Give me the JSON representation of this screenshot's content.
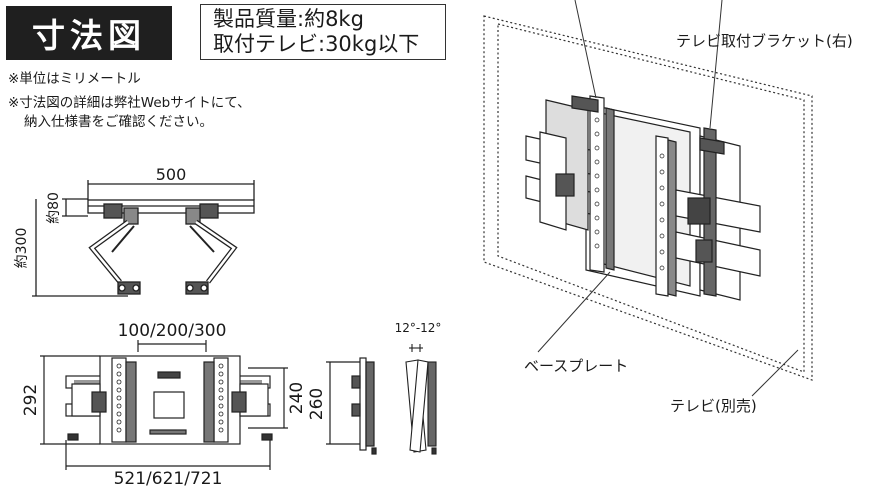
{
  "title": "寸法図",
  "spec": {
    "weight": "製品質量:約8kg",
    "tv_capacity": "取付テレビ:30kg以下"
  },
  "notes": {
    "unit": "※単位はミリメートル",
    "detail_line1": "※寸法図の詳細は弊社Webサイトにて、",
    "detail_line2": "納入仕様書をご確認ください。"
  },
  "top_view": {
    "width_label": "500",
    "depth_label": "約80",
    "total_depth_label": "約300"
  },
  "front_view": {
    "vesa_label": "100/200/300",
    "height_label": "292",
    "plate_height_label": "240",
    "width_label": "521/621/721"
  },
  "side_view": {
    "height_label": "260",
    "tilt_label": "12°-12°"
  },
  "callouts": {
    "bracket": "テレビ取付ブラケット(右)",
    "base_plate": "ベースプレート",
    "tv": "テレビ(別売)"
  }
}
